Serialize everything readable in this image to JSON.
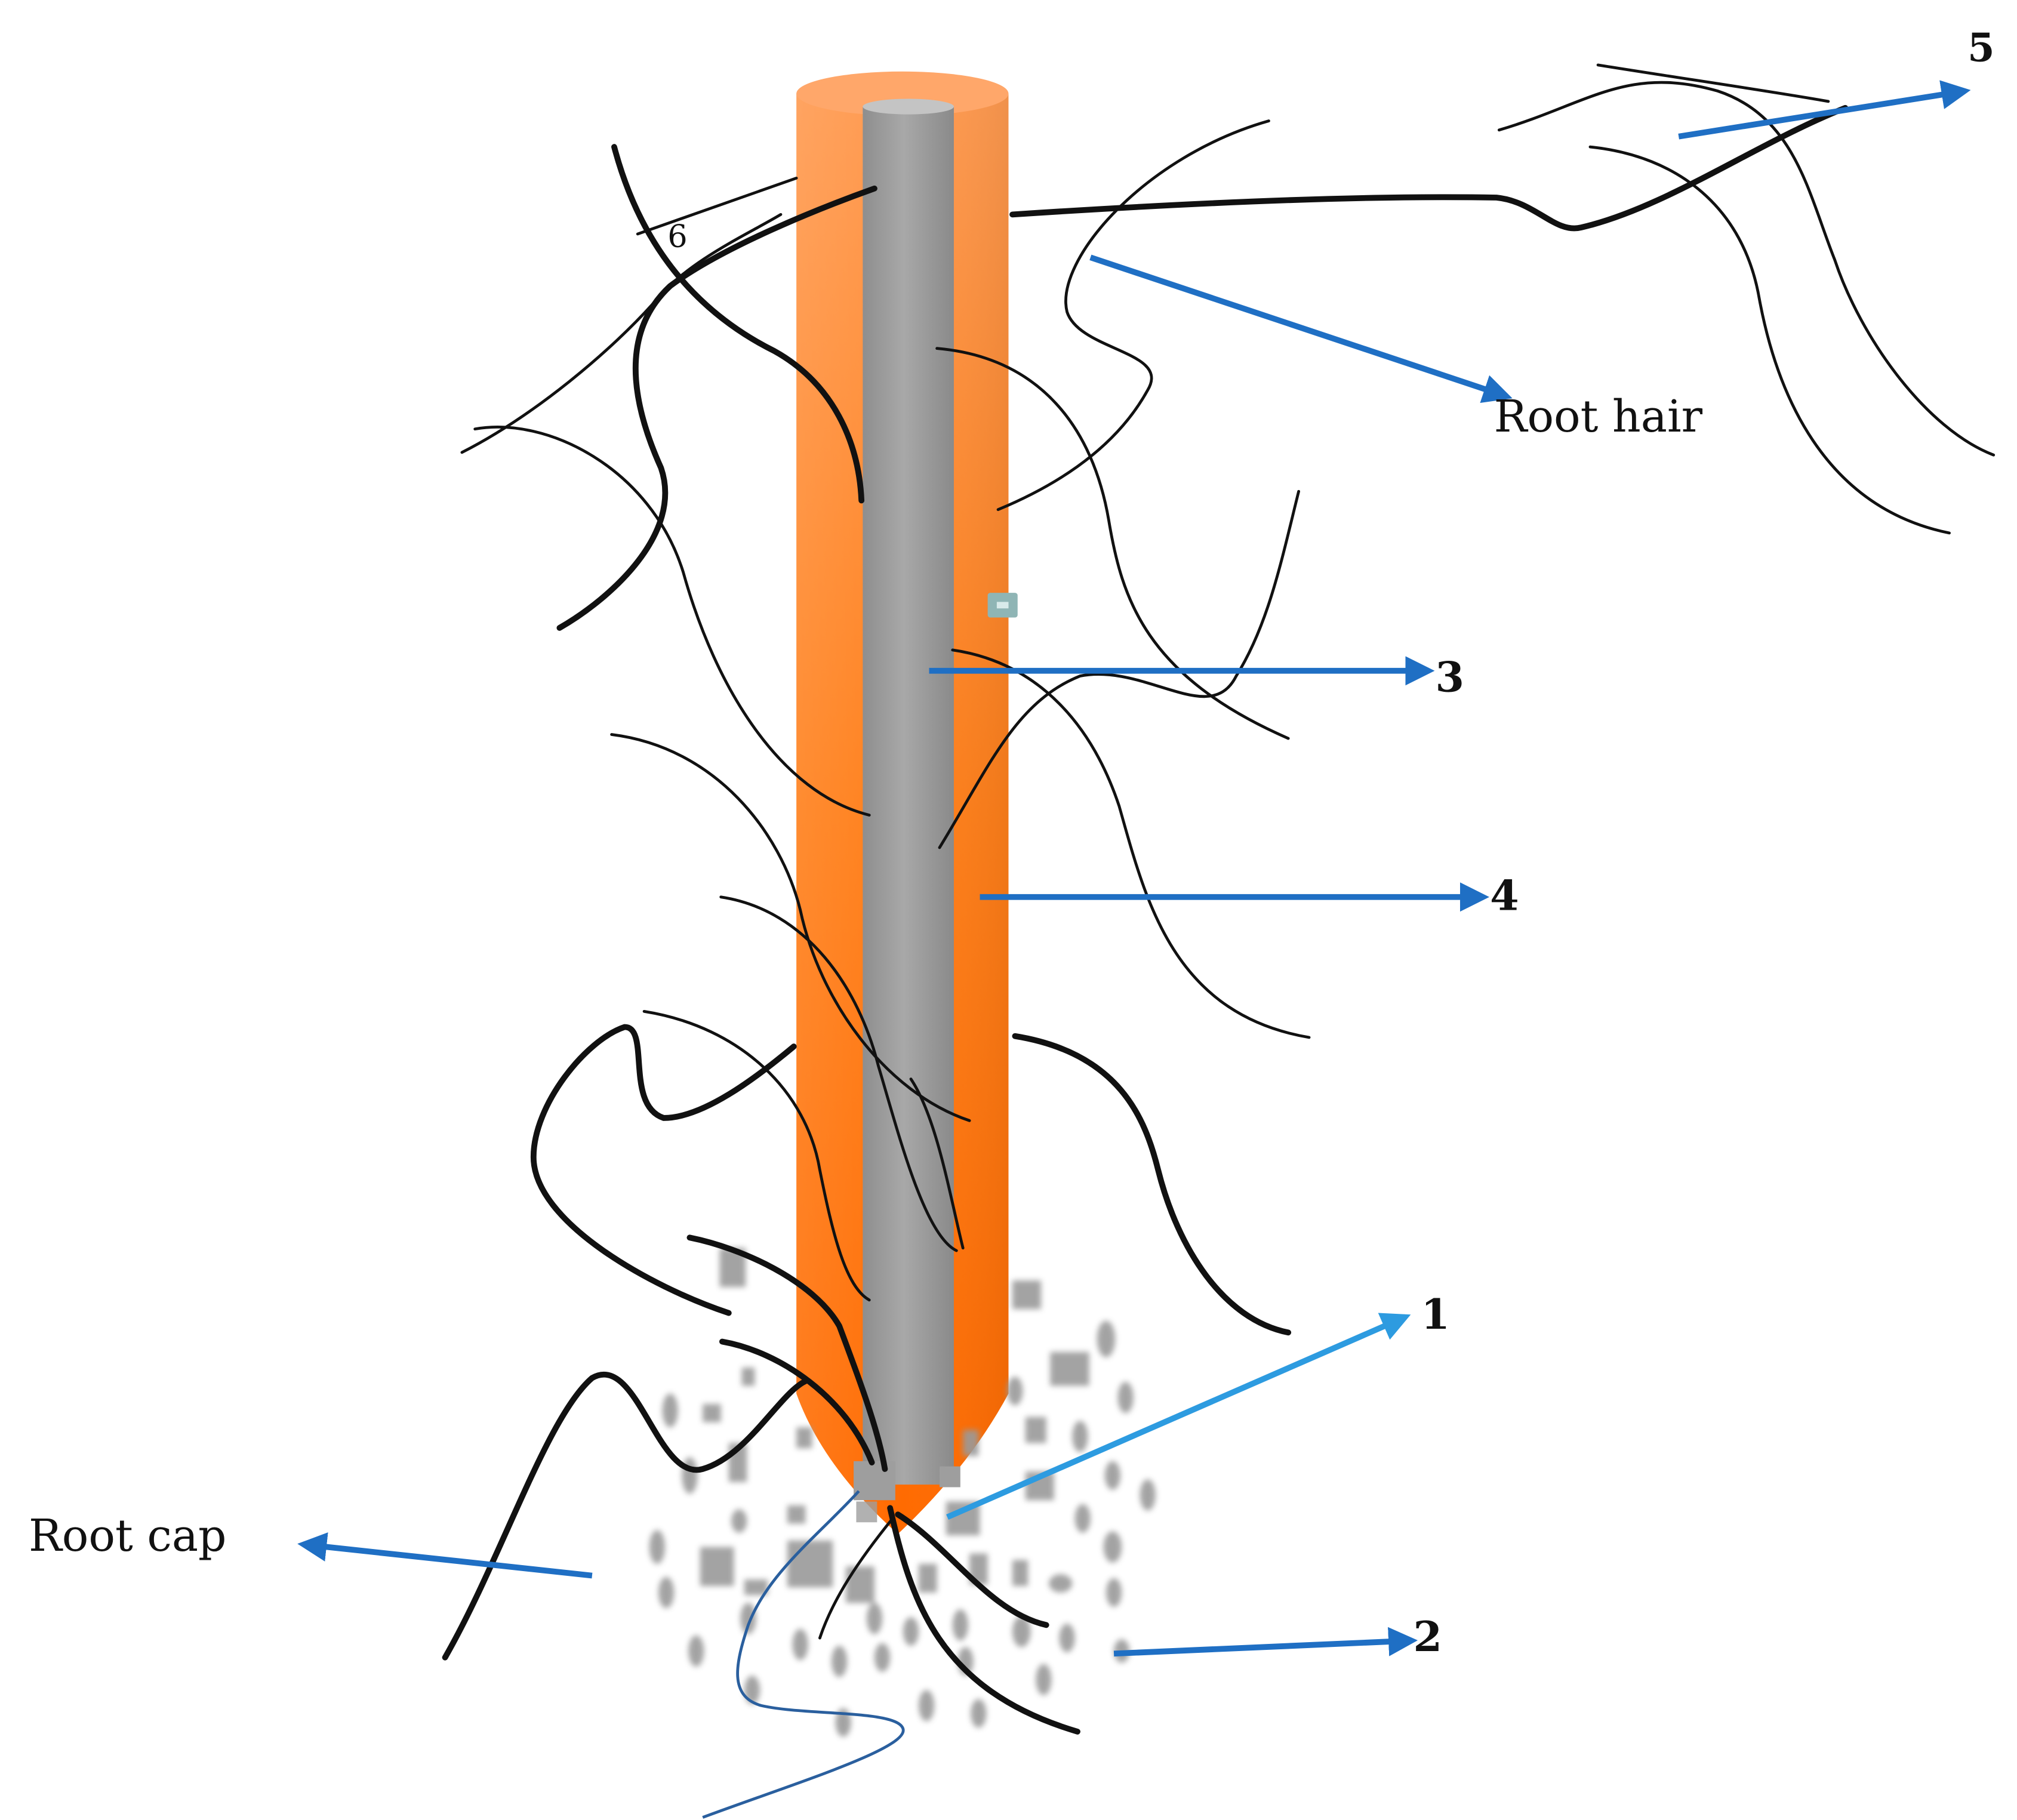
{
  "labels": {
    "root_hair": "Root hair",
    "root_cap": "Root cap",
    "n1": "1",
    "n2": "2",
    "n3": "3",
    "n4": "4",
    "n5": "5",
    "n6": "6"
  },
  "colors": {
    "cortex_orange": "#ff7a00",
    "cortex_light": "#ffa866",
    "stele_gray": "#9c9c9c",
    "arrow_blue": "#1f6fc4",
    "arrow_light_blue": "#2d9be0",
    "hair_black": "#111111",
    "particle_gray": "#9a9a9a",
    "marker_teal": "#8fb5b5"
  },
  "icons": {
    "arrowhead": "triangle-arrowhead-icon"
  }
}
